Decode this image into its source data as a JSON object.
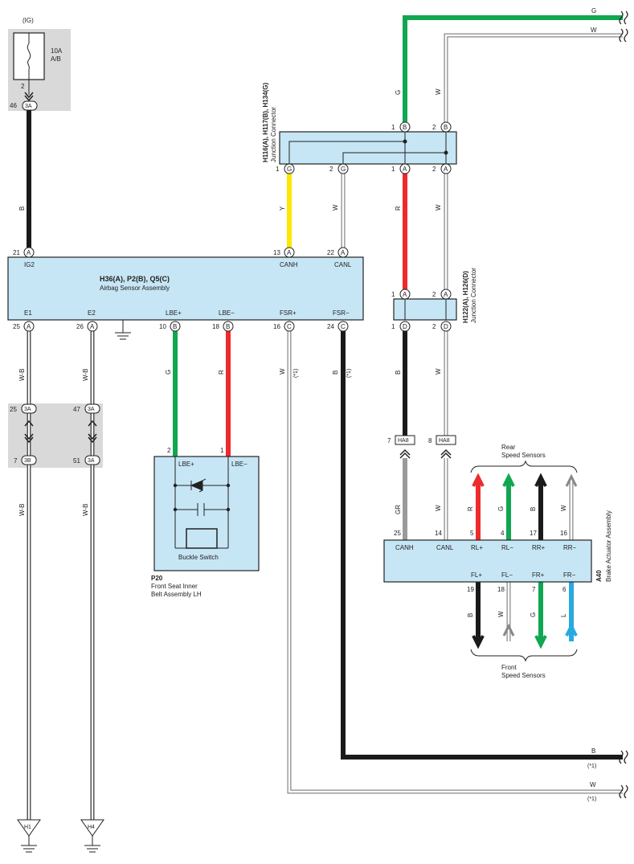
{
  "colors": {
    "box_fill": "#c7e6f5",
    "box_stroke": "#222222",
    "gray_area": "#d9d9d9",
    "wire_black": "#1a1a1a",
    "wire_green": "#11a651",
    "wire_red": "#ee2a2a",
    "wire_yellow": "#ffe600",
    "wire_gray": "#9a9a9a",
    "wire_blue": "#27a9e1"
  },
  "fuse": {
    "supply": "(IG)",
    "rating": "10A",
    "name": "A/B",
    "pin": "2"
  },
  "jc_left_upper": {
    "pin_top": "46",
    "code_top": "3A"
  },
  "wire_codes": {
    "b_ig2": "B",
    "g_top": "G",
    "w_top": "W",
    "g_jc": "G",
    "w_jc": "W",
    "y_canh": "Y",
    "w_canl": "W",
    "r_jc": "R",
    "w_jc2": "W",
    "wb_1": "W-B",
    "wb_2": "W-B",
    "wb_3": "W-B",
    "wb_4": "W-B",
    "g_lbe": "G",
    "r_lbe": "R",
    "w_fsr": "W",
    "b_fsr": "B",
    "b_h122": "B",
    "w_h122": "W",
    "gr_canh": "GR",
    "w_canl2": "W",
    "r_rl": "R",
    "g_rl": "G",
    "b_rr": "B",
    "w_rr": "W",
    "b_fl": "B",
    "w_fl": "W",
    "g_fr": "G",
    "l_fr": "L",
    "b_bottom": "B",
    "w_bottom": "W"
  },
  "note_mark": "(*1)",
  "jc_top": {
    "title": "H116(A), H117(B), H134(G)",
    "subtitle": "Junction Connector",
    "pins": [
      {
        "num": "1",
        "letter": "B"
      },
      {
        "num": "2",
        "letter": "B"
      },
      {
        "num": "1",
        "letter": "G"
      },
      {
        "num": "2",
        "letter": "G"
      },
      {
        "num": "1",
        "letter": "A"
      },
      {
        "num": "2",
        "letter": "A"
      }
    ]
  },
  "airbag": {
    "title": "H36(A), P2(B), Q5(C)",
    "subtitle": "Airbag Sensor Assembly",
    "top_pins": [
      {
        "num": "21",
        "letter": "A",
        "label": "IG2"
      },
      {
        "num": "13",
        "letter": "A",
        "label": "CANH"
      },
      {
        "num": "22",
        "letter": "A",
        "label": "CANL"
      }
    ],
    "bottom_pins": [
      {
        "num": "25",
        "letter": "A",
        "label": "E1"
      },
      {
        "num": "26",
        "letter": "A",
        "label": "E2"
      },
      {
        "num": "10",
        "letter": "B",
        "label": "LBE+"
      },
      {
        "num": "18",
        "letter": "B",
        "label": "LBE−"
      },
      {
        "num": "16",
        "letter": "C",
        "label": "FSR+"
      },
      {
        "num": "24",
        "letter": "C",
        "label": "FSR−"
      }
    ]
  },
  "jc_mid": {
    "title": "H122(A), H126(D)",
    "subtitle": "Junction Connector",
    "pins": [
      {
        "num": "1",
        "letter": "A"
      },
      {
        "num": "2",
        "letter": "A"
      },
      {
        "num": "1",
        "letter": "D"
      },
      {
        "num": "2",
        "letter": "D"
      }
    ]
  },
  "jc_ground": {
    "pins": [
      {
        "num": "25",
        "code": "3A"
      },
      {
        "num": "47",
        "code": "3A"
      },
      {
        "num": "7",
        "code": "3B"
      },
      {
        "num": "51",
        "code": "3A"
      }
    ]
  },
  "buckle": {
    "pin_left": "2",
    "pin_right": "1",
    "label_left": "LBE+",
    "label_right": "LBE−",
    "switch_label": "Buckle Switch",
    "code": "P20",
    "name_line1": "Front Seat Inner",
    "name_line2": "Belt Assembly LH"
  },
  "ha8": {
    "pin_left": "7",
    "pin_right": "8",
    "code": "HA8"
  },
  "actuator": {
    "code": "A40",
    "name": "Brake Actuator Assembly",
    "top_pins": [
      {
        "num": "25",
        "label": "CANH"
      },
      {
        "num": "14",
        "label": "CANL"
      },
      {
        "num": "5",
        "label": "RL+"
      },
      {
        "num": "4",
        "label": "RL−"
      },
      {
        "num": "17",
        "label": "RR+"
      },
      {
        "num": "16",
        "label": "RR−"
      }
    ],
    "bottom_pins": [
      {
        "num": "19",
        "label": "FL+"
      },
      {
        "num": "18",
        "label": "FL−"
      },
      {
        "num": "7",
        "label": "FR+"
      },
      {
        "num": "6",
        "label": "FR−"
      }
    ]
  },
  "rear_sensors": {
    "line1": "Rear",
    "line2": "Speed Sensors"
  },
  "front_sensors": {
    "line1": "Front",
    "line2": "Speed Sensors"
  },
  "grounds": {
    "left": "H1",
    "right": "H4"
  }
}
